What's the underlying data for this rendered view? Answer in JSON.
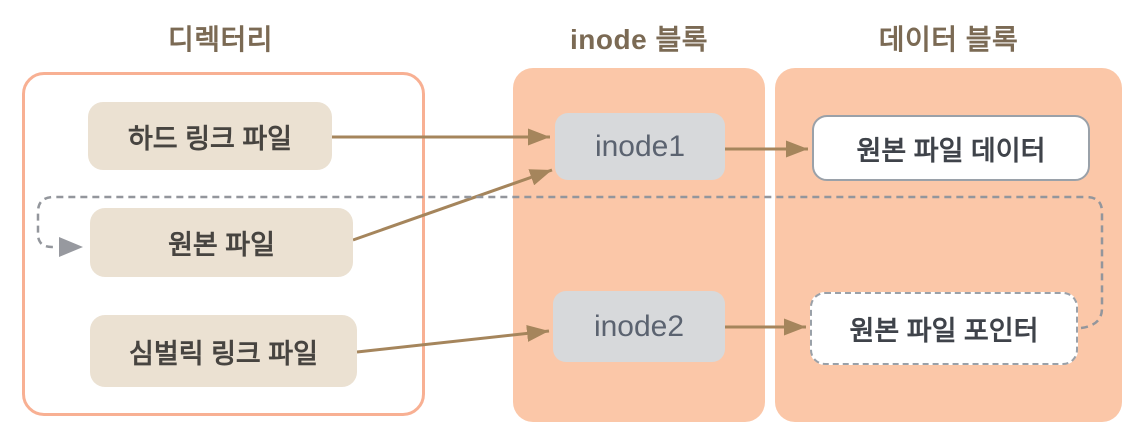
{
  "diagram": {
    "columns": [
      {
        "id": "directory",
        "label": "디렉터리"
      },
      {
        "id": "inode-block",
        "label": "inode 블록"
      },
      {
        "id": "data-block",
        "label": "데이터 블록"
      }
    ],
    "directory_items": [
      {
        "label": "하드 링크 파일"
      },
      {
        "label": "원본 파일"
      },
      {
        "label": "심벌릭 링크 파일"
      }
    ],
    "inode_items": [
      {
        "label": "inode1"
      },
      {
        "label": "inode2"
      }
    ],
    "data_items": [
      {
        "label": "원본 파일 데이터",
        "border": "solid"
      },
      {
        "label": "원본 파일 포인터",
        "border": "dashed"
      }
    ],
    "edges": [
      {
        "from": "하드 링크 파일",
        "to": "inode1",
        "style": "solid-arrow"
      },
      {
        "from": "원본 파일",
        "to": "inode1",
        "style": "solid-arrow"
      },
      {
        "from": "심벌릭 링크 파일",
        "to": "inode2",
        "style": "solid-arrow"
      },
      {
        "from": "inode1",
        "to": "원본 파일 데이터",
        "style": "solid-arrow"
      },
      {
        "from": "inode2",
        "to": "원본 파일 포인터",
        "style": "solid-arrow"
      },
      {
        "from": "원본 파일 포인터",
        "to": "원본 파일",
        "style": "dashed-arrow"
      }
    ],
    "colors": {
      "block_fill": "#fbc7a8",
      "directory_border": "#f8b093",
      "item_fill": "#ebe1d2",
      "inode_fill": "#d7d9db",
      "data_box_border": "#9aa1a9",
      "arrow": "#a5855c",
      "dashed_line": "#93969c",
      "header_text": "#7b6a54",
      "label_text": "#474440",
      "inode_text": "#5b6370"
    }
  }
}
